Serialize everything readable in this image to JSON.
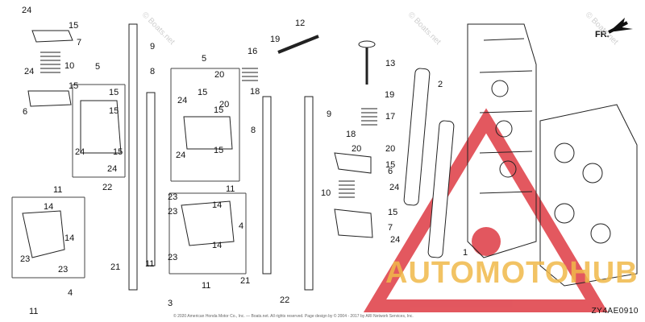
{
  "callouts": [
    {
      "id": "c24a",
      "text": "24"
    },
    {
      "id": "c15a",
      "text": "15"
    },
    {
      "id": "c7a",
      "text": "7"
    },
    {
      "id": "c10a",
      "text": "10"
    },
    {
      "id": "c24b",
      "text": "24"
    },
    {
      "id": "c15b",
      "text": "15"
    },
    {
      "id": "c6a",
      "text": "6"
    },
    {
      "id": "c5a",
      "text": "5"
    },
    {
      "id": "c15c",
      "text": "15"
    },
    {
      "id": "c15d",
      "text": "15"
    },
    {
      "id": "c15e",
      "text": "15"
    },
    {
      "id": "c24c",
      "text": "24"
    },
    {
      "id": "c24d",
      "text": "24"
    },
    {
      "id": "c9a",
      "text": "9"
    },
    {
      "id": "c8a",
      "text": "8"
    },
    {
      "id": "c5b",
      "text": "5"
    },
    {
      "id": "c24e",
      "text": "24"
    },
    {
      "id": "c15f",
      "text": "15"
    },
    {
      "id": "c15g",
      "text": "15"
    },
    {
      "id": "c24f",
      "text": "24"
    },
    {
      "id": "c15h",
      "text": "15"
    },
    {
      "id": "c20a",
      "text": "20"
    },
    {
      "id": "c20b",
      "text": "20"
    },
    {
      "id": "c18a",
      "text": "18"
    },
    {
      "id": "c16a",
      "text": "16"
    },
    {
      "id": "c19a",
      "text": "19"
    },
    {
      "id": "c12a",
      "text": "12"
    },
    {
      "id": "c8b",
      "text": "8"
    },
    {
      "id": "c9b",
      "text": "9"
    },
    {
      "id": "c13a",
      "text": "13"
    },
    {
      "id": "c19b",
      "text": "19"
    },
    {
      "id": "c17a",
      "text": "17"
    },
    {
      "id": "c18b",
      "text": "18"
    },
    {
      "id": "c20c",
      "text": "20"
    },
    {
      "id": "c20d",
      "text": "20"
    },
    {
      "id": "c15i",
      "text": "15"
    },
    {
      "id": "c6b",
      "text": "6"
    },
    {
      "id": "c2a",
      "text": "2"
    },
    {
      "id": "c10b",
      "text": "10"
    },
    {
      "id": "c24g",
      "text": "24"
    },
    {
      "id": "c15j",
      "text": "15"
    },
    {
      "id": "c7b",
      "text": "7"
    },
    {
      "id": "c24h",
      "text": "24"
    },
    {
      "id": "c1a",
      "text": "1"
    },
    {
      "id": "c11a",
      "text": "11"
    },
    {
      "id": "c14a",
      "text": "14"
    },
    {
      "id": "c14b",
      "text": "14"
    },
    {
      "id": "c23a",
      "text": "23"
    },
    {
      "id": "c23b",
      "text": "23"
    },
    {
      "id": "c4a",
      "text": "4"
    },
    {
      "id": "c11b",
      "text": "11"
    },
    {
      "id": "c22a",
      "text": "22"
    },
    {
      "id": "c23c",
      "text": "23"
    },
    {
      "id": "c14c",
      "text": "14"
    },
    {
      "id": "c23d",
      "text": "23"
    },
    {
      "id": "c14d",
      "text": "14"
    },
    {
      "id": "c4b",
      "text": "4"
    },
    {
      "id": "c23e",
      "text": "23"
    },
    {
      "id": "c11c",
      "text": "11"
    },
    {
      "id": "c21a",
      "text": "21"
    },
    {
      "id": "c3a",
      "text": "3"
    },
    {
      "id": "c11d",
      "text": "11"
    },
    {
      "id": "c21b",
      "text": "21"
    },
    {
      "id": "c22b",
      "text": "22"
    },
    {
      "id": "c11e",
      "text": "11"
    }
  ],
  "direction_label": "FR.",
  "diagram_code": "ZY4AE0910",
  "watermark_brand": "AUTOMOTOHUB",
  "watermark_site": "© Boats.net",
  "copyright": "© 2020 American Honda Motor Co., Inc. — Boats.net. All rights reserved. Page design by © 2004 - 2017 by ARI Network Services, Inc.",
  "colors": {
    "line": "#222222",
    "brand": "#f0b94a",
    "warning": "#d9202a"
  }
}
